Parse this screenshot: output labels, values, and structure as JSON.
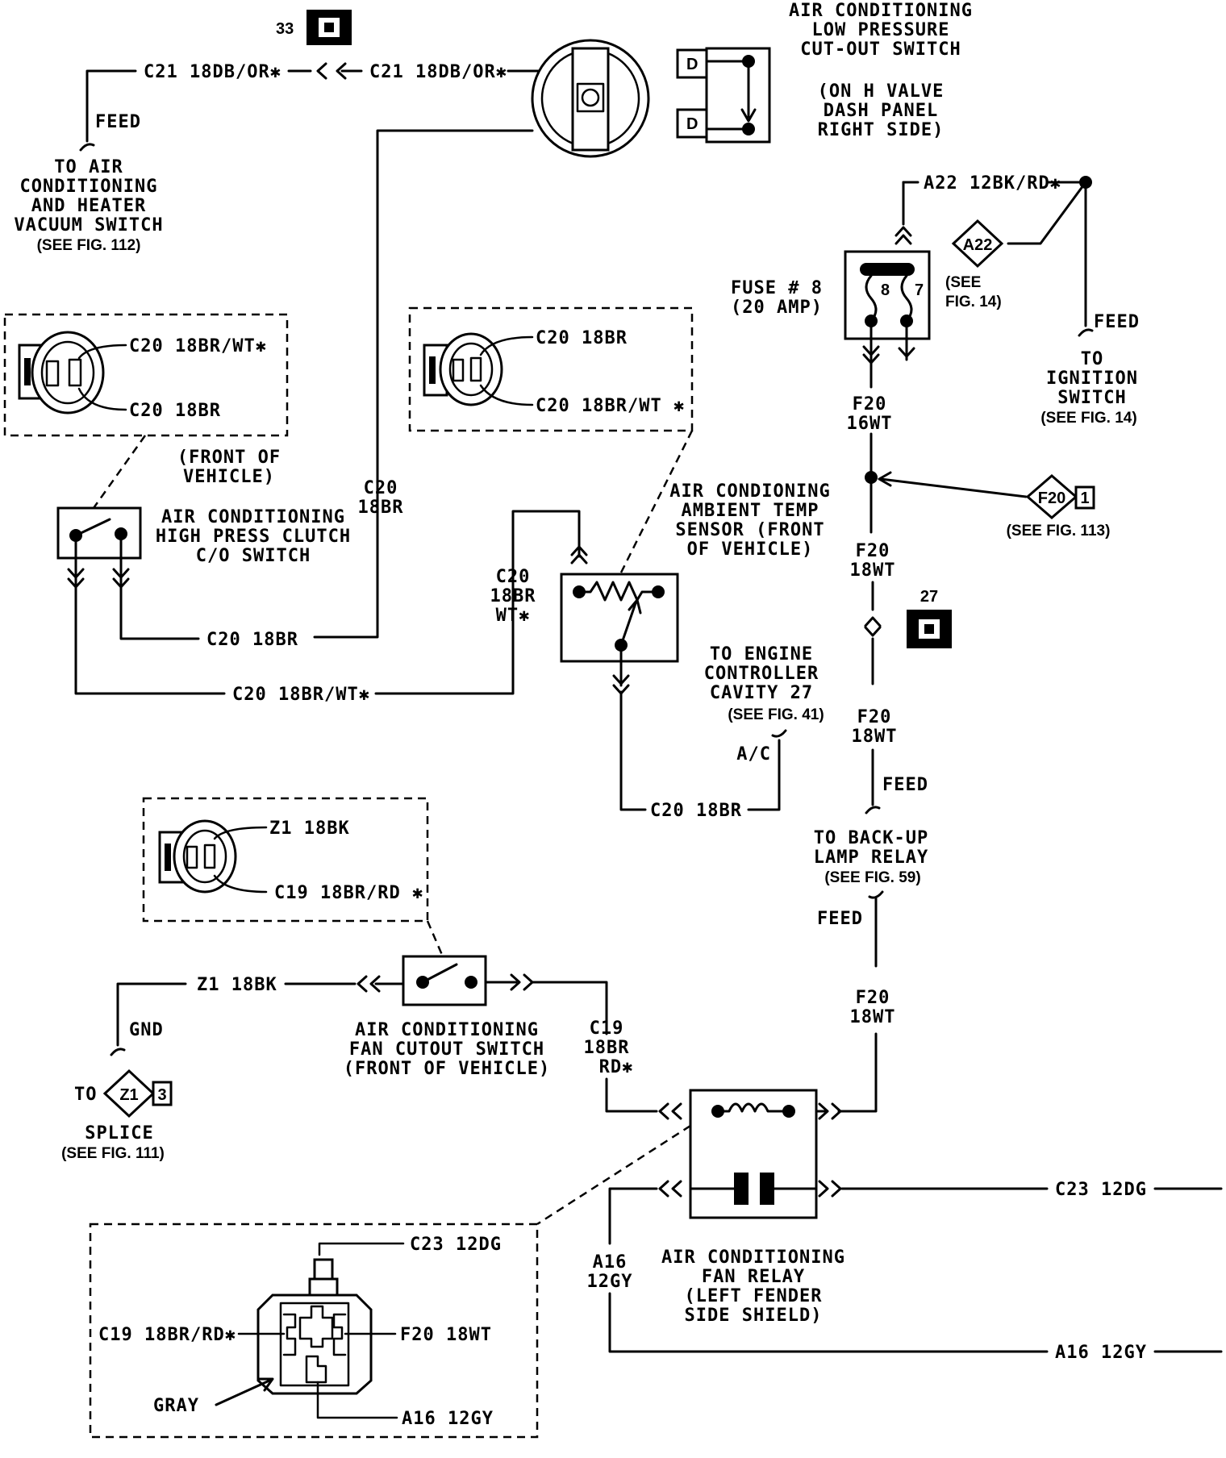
{
  "top": {
    "ref33": "33",
    "c21_left": "C21 18DB/OR✱",
    "c21_right": "C21 18DB/OR✱",
    "feed": "FEED",
    "vacuum_switch": [
      "TO AIR",
      "CONDITIONING",
      "AND HEATER",
      "VACUUM SWITCH"
    ],
    "vacuum_fig": "(SEE FIG. 112)",
    "lp_switch_title": [
      "AIR CONDITIONING",
      "LOW PRESSURE",
      "CUT-OUT SWITCH"
    ],
    "lp_switch_loc": [
      "(ON H VALVE",
      "DASH PANEL",
      "RIGHT SIDE)"
    ]
  },
  "fuse": {
    "a22_wire": "A22 12BK/RD✱",
    "a22_tag": "A22",
    "see_fig14": [
      "(SEE",
      "FIG. 14)"
    ],
    "label": [
      "FUSE # 8",
      "(20 AMP)"
    ],
    "pin8": "8",
    "pin7": "7",
    "feed": "FEED",
    "ignition": [
      "TO",
      "IGNITION",
      "SWITCH"
    ],
    "ignition_fig": "(SEE FIG. 14)"
  },
  "f20": {
    "w1": [
      "F20",
      "16WT"
    ],
    "w2": [
      "F20",
      "18WT"
    ],
    "w3": [
      "F20",
      "18WT"
    ],
    "w4": [
      "F20",
      "18WT"
    ],
    "tag": "F20",
    "tag_num": "1",
    "see_fig113": "(SEE FIG. 113)",
    "ref27": "27",
    "feed1": "FEED",
    "feed2": "FEED",
    "backup": [
      "TO BACK-UP",
      "LAMP RELAY"
    ],
    "backup_fig": "(SEE FIG. 59)"
  },
  "high_press": {
    "conn_top": "C20 18BR/WT✱",
    "conn_bot": "C20 18BR",
    "front": [
      "(FRONT OF",
      "VEHICLE)"
    ],
    "switch_label": [
      "AIR CONDITIONING",
      "HIGH PRESS CLUTCH",
      "C/O SWITCH"
    ],
    "c20_vert": [
      "C20",
      "18BR"
    ],
    "c20_br": "C20 18BR",
    "c20_brwt": "C20 18BR/WT✱"
  },
  "ambient": {
    "conn_top": "C20 18BR",
    "conn_bot": "C20 18BR/WT ✱",
    "label": [
      "AIR CONDIONING",
      "AMBIENT TEMP",
      "SENSOR (FRONT",
      "OF VEHICLE)"
    ],
    "c20_vert": [
      "C20",
      "18BR",
      "WT✱"
    ],
    "c20_bottom": "C20 18BR",
    "engine": [
      "TO ENGINE",
      "CONTROLLER",
      "CAVITY 27"
    ],
    "engine_fig": "(SEE FIG. 41)",
    "ac": "A/C"
  },
  "fan_cutout": {
    "conn_top": "Z1 18BK",
    "conn_bot": "C19 18BR/RD ✱",
    "z1": "Z1 18BK",
    "gnd": "GND",
    "to": "TO",
    "z1_tag": "Z1",
    "z1_num": "3",
    "splice": "SPLICE",
    "splice_fig": "(SEE FIG. 111)",
    "label": [
      "AIR CONDITIONING",
      "FAN CUTOUT SWITCH",
      "(FRONT OF VEHICLE)"
    ],
    "c19_vert": [
      "C19",
      "18BR",
      "RD✱"
    ]
  },
  "relay": {
    "label": [
      "AIR CONDITIONING",
      "FAN RELAY",
      "(LEFT FENDER",
      "SIDE SHIELD)"
    ],
    "c23": "C23 12DG",
    "a16": "A16 12GY",
    "a16_vert": [
      "A16",
      "12GY"
    ],
    "conn_c23": "C23 12DG",
    "conn_c19": "C19 18BR/RD✱",
    "conn_f20": "F20 18WT",
    "conn_gray": "GRAY",
    "conn_a16": "A16 12GY"
  }
}
